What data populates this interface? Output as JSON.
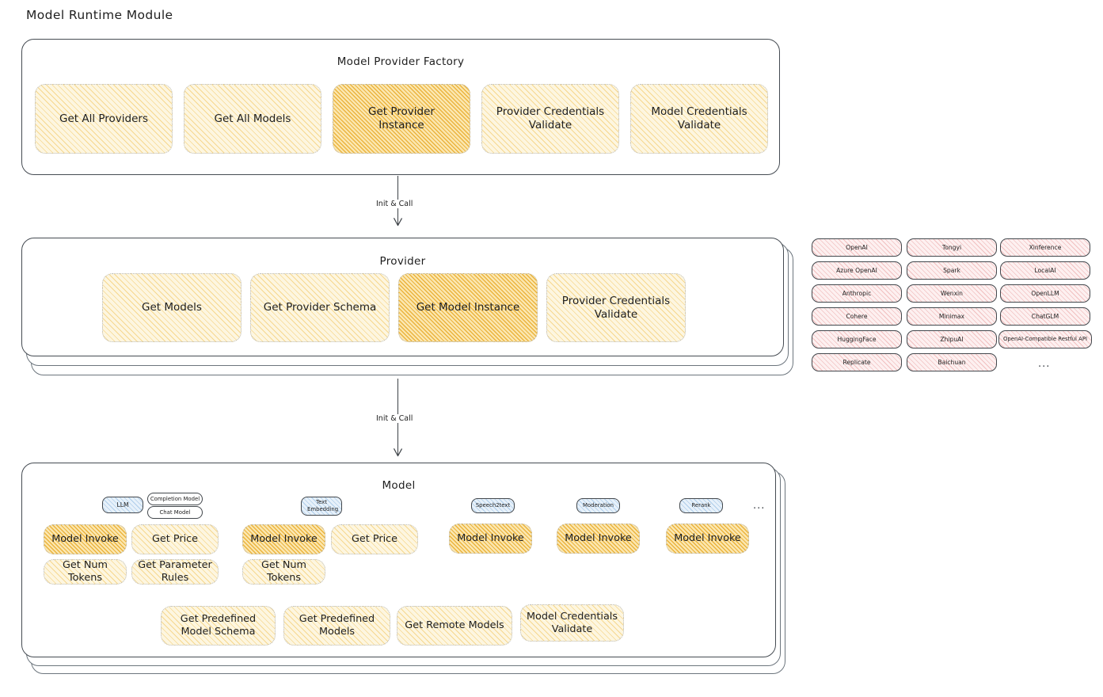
{
  "page": {
    "title": "Model Runtime Module"
  },
  "factory": {
    "title": "Model Provider Factory",
    "boxes": [
      {
        "label": "Get All Providers",
        "highlight": false
      },
      {
        "label": "Get All Models",
        "highlight": false
      },
      {
        "label": "Get Provider Instance",
        "highlight": true
      },
      {
        "label": "Provider Credentials Validate",
        "highlight": false
      },
      {
        "label": "Model Credentials Validate",
        "highlight": false
      }
    ]
  },
  "arrows": {
    "factory_to_provider": "Init & Call",
    "provider_to_model": "Init & Call"
  },
  "provider": {
    "title": "Provider",
    "boxes": [
      {
        "label": "Get Models",
        "highlight": false
      },
      {
        "label": "Get Provider Schema",
        "highlight": false
      },
      {
        "label": "Get Model Instance",
        "highlight": true
      },
      {
        "label": "Provider Credentials Validate",
        "highlight": false
      }
    ]
  },
  "provider_list": {
    "columns": [
      [
        "OpenAI",
        "Azure OpenAI",
        "Anthropic",
        "Cohere",
        "HuggingFace",
        "Replicate"
      ],
      [
        "Tongyi",
        "Spark",
        "Wenxin",
        "Minimax",
        "ZhipuAI",
        "Baichuan"
      ],
      [
        "Xinference",
        "LocalAI",
        "OpenLLM",
        "ChatGLM",
        "OpenAI-Compatible Restful API"
      ]
    ],
    "more": "..."
  },
  "model": {
    "title": "Model",
    "more": "...",
    "types": [
      {
        "name": "LLM",
        "sub": [
          "Completion Model",
          "Chat Model"
        ],
        "methods": [
          {
            "label": "Model Invoke",
            "highlight": true
          },
          {
            "label": "Get Price",
            "highlight": false
          },
          {
            "label": "Get Num Tokens",
            "highlight": false
          },
          {
            "label": "Get Parameter Rules",
            "highlight": false
          }
        ]
      },
      {
        "name": "Text Embedding",
        "sub": [],
        "methods": [
          {
            "label": "Model Invoke",
            "highlight": true
          },
          {
            "label": "Get Price",
            "highlight": false
          },
          {
            "label": "Get Num Tokens",
            "highlight": false
          }
        ]
      },
      {
        "name": "Speech2text",
        "sub": [],
        "methods": [
          {
            "label": "Model Invoke",
            "highlight": true
          }
        ]
      },
      {
        "name": "Moderation",
        "sub": [],
        "methods": [
          {
            "label": "Model Invoke",
            "highlight": true
          }
        ]
      },
      {
        "name": "Rerank",
        "sub": [],
        "methods": [
          {
            "label": "Model Invoke",
            "highlight": true
          }
        ]
      }
    ],
    "common_methods": [
      "Get Predefined Model Schema",
      "Get Predefined Models",
      "Get Remote Models",
      "Model Credentials Validate"
    ]
  },
  "colors": {
    "highlight_fill": "#f5d98b",
    "soft_fill": "#fdf6e0",
    "provider_fill": "#fdf0f0",
    "badge_fill": "#e7f1fa",
    "stroke": "#343a40"
  }
}
